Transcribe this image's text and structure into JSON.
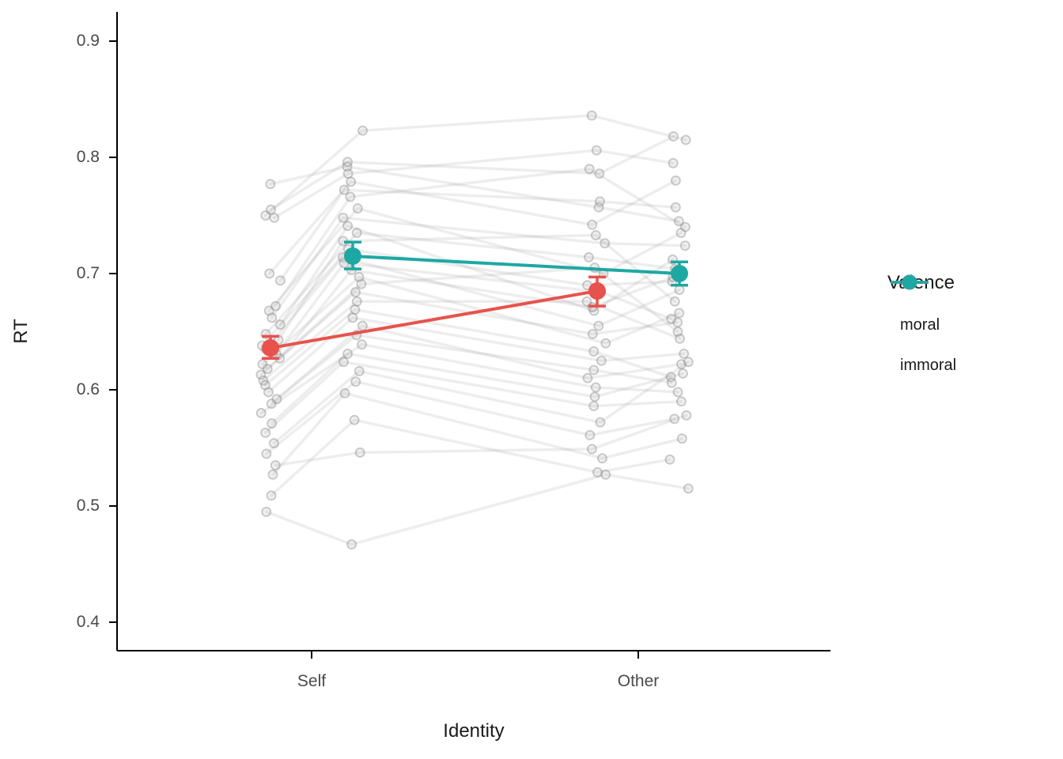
{
  "chart_data": {
    "type": "line",
    "title": "",
    "xlabel": "Identity",
    "ylabel": "RT",
    "categories": [
      "Self",
      "Other"
    ],
    "y_ticks": [
      "0.4",
      "0.5",
      "0.6",
      "0.7",
      "0.8",
      "0.9"
    ],
    "ylim": [
      0.375,
      0.925
    ],
    "grid": false,
    "legend": {
      "title": "Valence",
      "position": "right"
    },
    "colors": {
      "moral": "#E8524C",
      "immoral": "#1EA8A3",
      "individual": "#909090"
    },
    "series": [
      {
        "name": "moral",
        "color": "#E8524C",
        "points": [
          {
            "identity": "Self",
            "mean": 0.636,
            "ci_low": 0.627,
            "ci_high": 0.646
          },
          {
            "identity": "Other",
            "mean": 0.685,
            "ci_low": 0.672,
            "ci_high": 0.697
          }
        ]
      },
      {
        "name": "immoral",
        "color": "#1EA8A3",
        "points": [
          {
            "identity": "Self",
            "mean": 0.715,
            "ci_low": 0.704,
            "ci_high": 0.727
          },
          {
            "identity": "Other",
            "mean": 0.7,
            "ci_low": 0.69,
            "ci_high": 0.71
          }
        ]
      }
    ],
    "individual_subjects": {
      "columns": [
        "self_moral",
        "self_immoral",
        "other_moral",
        "other_immoral"
      ],
      "values": [
        [
          0.75,
          0.823,
          0.836,
          0.815
        ],
        [
          0.777,
          0.792,
          0.757,
          0.745
        ],
        [
          0.755,
          0.796,
          0.786,
          0.818
        ],
        [
          0.748,
          0.786,
          0.806,
          0.795
        ],
        [
          0.7,
          0.779,
          0.742,
          0.78
        ],
        [
          0.694,
          0.772,
          0.762,
          0.757
        ],
        [
          0.672,
          0.766,
          0.79,
          0.74
        ],
        [
          0.668,
          0.756,
          0.7,
          0.735
        ],
        [
          0.662,
          0.748,
          0.726,
          0.724
        ],
        [
          0.656,
          0.741,
          0.668,
          0.712
        ],
        [
          0.648,
          0.735,
          0.714,
          0.704
        ],
        [
          0.643,
          0.728,
          0.733,
          0.676
        ],
        [
          0.638,
          0.721,
          0.69,
          0.693
        ],
        [
          0.635,
          0.714,
          0.655,
          0.686
        ],
        [
          0.631,
          0.709,
          0.684,
          0.661
        ],
        [
          0.627,
          0.703,
          0.671,
          0.697
        ],
        [
          0.622,
          0.697,
          0.64,
          0.666
        ],
        [
          0.618,
          0.691,
          0.705,
          0.65
        ],
        [
          0.613,
          0.684,
          0.648,
          0.658
        ],
        [
          0.608,
          0.676,
          0.676,
          0.644
        ],
        [
          0.604,
          0.669,
          0.633,
          0.611
        ],
        [
          0.598,
          0.662,
          0.625,
          0.631
        ],
        [
          0.592,
          0.655,
          0.61,
          0.622
        ],
        [
          0.588,
          0.647,
          0.617,
          0.606
        ],
        [
          0.58,
          0.639,
          0.602,
          0.598
        ],
        [
          0.571,
          0.631,
          0.594,
          0.614
        ],
        [
          0.563,
          0.624,
          0.586,
          0.59
        ],
        [
          0.554,
          0.616,
          0.572,
          0.624
        ],
        [
          0.545,
          0.607,
          0.561,
          0.575
        ],
        [
          0.535,
          0.546,
          0.549,
          0.578
        ],
        [
          0.527,
          0.597,
          0.541,
          0.558
        ],
        [
          0.509,
          0.574,
          0.529,
          0.54
        ],
        [
          0.495,
          0.467,
          0.527,
          0.515
        ]
      ]
    }
  }
}
